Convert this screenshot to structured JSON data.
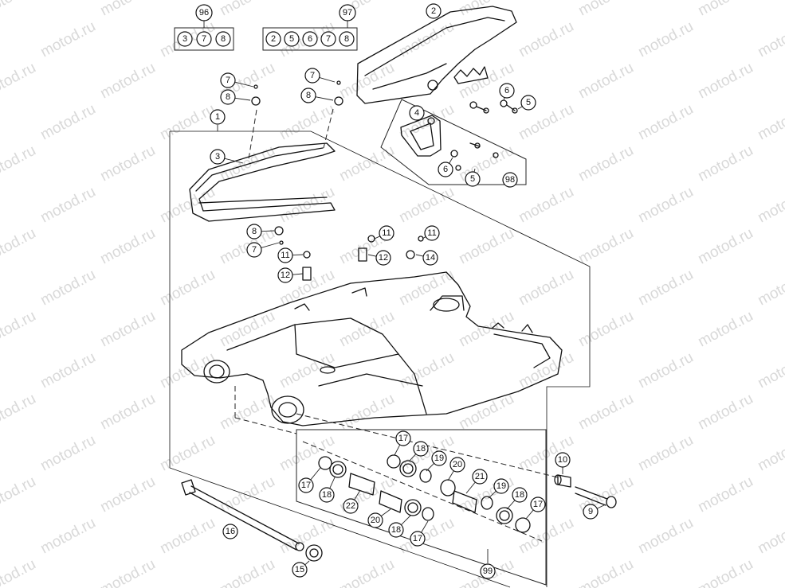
{
  "diagram": {
    "watermark": "motod.ru",
    "kits": {
      "k96": {
        "label": "96",
        "items": [
          "3",
          "7",
          "8"
        ]
      },
      "k97": {
        "label": "97",
        "items": [
          "2",
          "5",
          "6",
          "7",
          "8"
        ]
      }
    },
    "callouts": {
      "c1": "1",
      "c2": "2",
      "c3": "3",
      "c4": "4",
      "c5a": "5",
      "c5b": "5",
      "c6a": "6",
      "c6b": "6",
      "c7a": "7",
      "c7b": "7",
      "c7c": "7",
      "c8a": "8",
      "c8b": "8",
      "c8c": "8",
      "c9": "9",
      "c10": "10",
      "c11a": "11",
      "c11b": "11",
      "c11c": "11",
      "c12a": "12",
      "c12b": "12",
      "c14": "14",
      "c15": "15",
      "c16": "16",
      "c17a": "17",
      "c17b": "17",
      "c17c": "17",
      "c17d": "17",
      "c18a": "18",
      "c18b": "18",
      "c18c": "18",
      "c18d": "18",
      "c19a": "19",
      "c19b": "19",
      "c20a": "20",
      "c20b": "20",
      "c21": "21",
      "c22": "22",
      "c98": "98",
      "c99": "99"
    }
  }
}
